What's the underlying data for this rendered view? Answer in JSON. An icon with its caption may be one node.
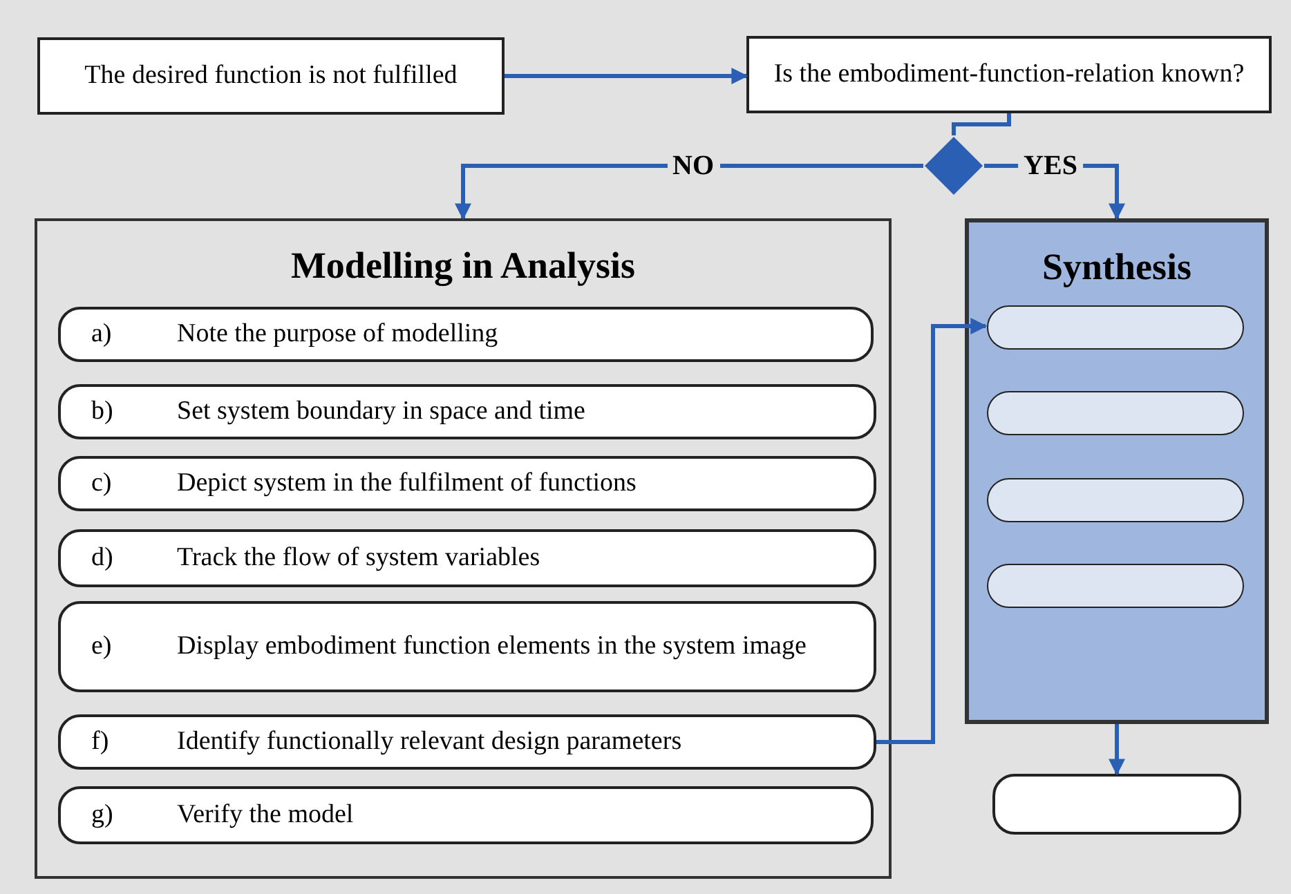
{
  "diagram": {
    "nodes": [
      {
        "text": [
          "The desired function is not fulfilled"
        ]
      },
      {
        "text": [
          "Is the embodiment-function-relation known?"
        ]
      },
      {
        "text": [],
        "shape": "diamond"
      },
      {
        "text": [
          "Modelling in Analysis"
        ]
      },
      {
        "text": [
          "a)",
          "Note the purpose of modelling"
        ],
        "in": 3
      },
      {
        "text": [
          "b)",
          "Set system boundary in space and time"
        ],
        "in": 3
      },
      {
        "text": [
          "c)",
          "Depict system in the fulfilment of functions"
        ],
        "in": 3
      },
      {
        "text": [
          "d)",
          "Track the flow of system variables"
        ],
        "in": 3
      },
      {
        "text": [
          "e)",
          "Display embodiment function elements in the system image"
        ],
        "in": 3
      },
      {
        "text": [
          "f)",
          "Identify functionally relevant design parameters"
        ],
        "in": 3
      },
      {
        "text": [
          "g)",
          "Verify the model"
        ],
        "in": 3
      },
      {
        "text": [
          "Synthesis"
        ]
      },
      {
        "text": [],
        "shape": "box",
        "in": 11
      },
      {
        "text": [],
        "shape": "box",
        "in": 11
      },
      {
        "text": [],
        "shape": "box",
        "in": 11
      },
      {
        "text": [],
        "shape": "box",
        "in": 11
      },
      {
        "text": [],
        "shape": "box"
      }
    ],
    "edges": [
      {
        "from": 0,
        "to": 1,
        "arrow": "to"
      },
      {
        "from": 1,
        "to": 2,
        "arrow": "none"
      },
      {
        "from": 2,
        "to": 3,
        "label": "NO",
        "arrow": "to"
      },
      {
        "from": 2,
        "to": 11,
        "label": "YES",
        "arrow": "to"
      },
      {
        "from": 9,
        "to": 12,
        "arrow": "to"
      },
      {
        "from": 11,
        "to": 16,
        "arrow": "to"
      }
    ]
  }
}
